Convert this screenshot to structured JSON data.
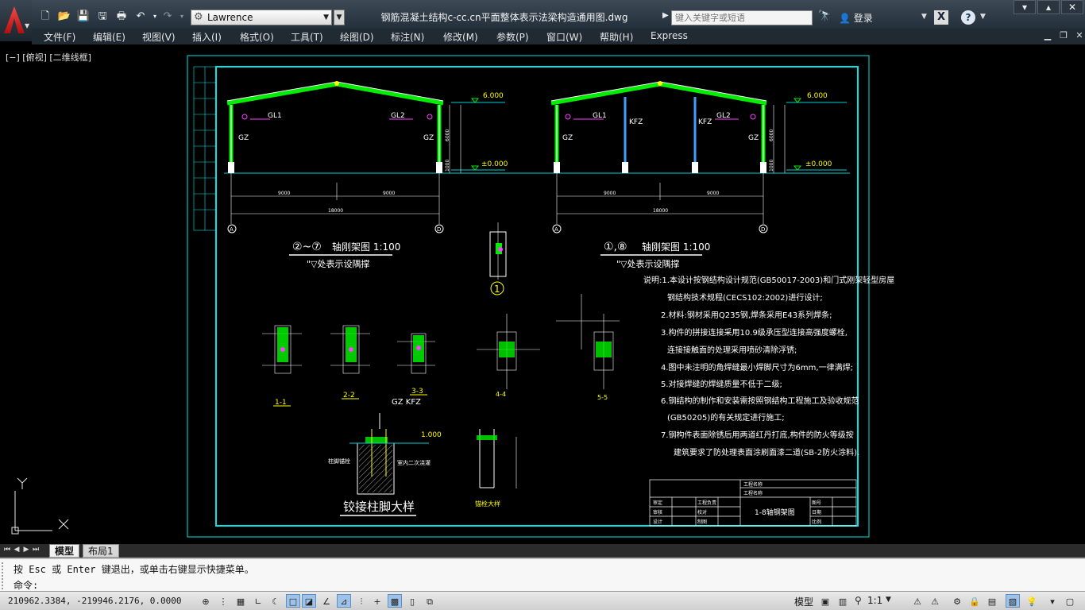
{
  "titlebar": {
    "workspace": "Lawrence",
    "document_title": "钢筋混凝土结构c-cc.cn平面整体表示法梁构造通用图.dwg",
    "search_placeholder": "键入关键字或短语",
    "login_label": "登录",
    "store_label": "X",
    "help_label": "?"
  },
  "menu": {
    "items": [
      "文件(F)",
      "编辑(E)",
      "视图(V)",
      "插入(I)",
      "格式(O)",
      "工具(T)",
      "绘图(D)",
      "标注(N)",
      "修改(M)",
      "参数(P)",
      "窗口(W)",
      "帮助(H)",
      "Express"
    ]
  },
  "viewport": {
    "label": "[−] [俯视] [二维线框]"
  },
  "ucs": {
    "x": "X",
    "y": "Y"
  },
  "drawing": {
    "frame_a": {
      "elev_top": "6.000",
      "elev_ground": "±0.000",
      "labels": [
        "GL1",
        "GL2",
        "GZ",
        "GZ"
      ],
      "dim_height_a": "6000",
      "dim_height_b": "1000",
      "dim_span_left": "9000",
      "dim_span_right": "9000",
      "dim_total": "18000",
      "axis_left": "A",
      "axis_right": "D",
      "title_prefix": "②~⑦",
      "title_main": "轴刚架图 1:100",
      "note": "\"▽处表示设隅撑"
    },
    "frame_b": {
      "elev_top": "6.000",
      "elev_ground": "±0.000",
      "labels": [
        "GL1",
        "KFZ",
        "KFZ",
        "GL2",
        "GZ",
        "GZ"
      ],
      "dim_height_a": "6000",
      "dim_height_b": "1000",
      "dim_span_left": "9000",
      "dim_span_right": "9000",
      "dim_total": "18000",
      "axis_left": "A",
      "axis_right": "D",
      "title_prefix": "①,⑧",
      "title_main": "轴刚架图 1:100",
      "note": "\"▽处表示设隅撑"
    },
    "detail_1": "1",
    "notes": [
      "说明:1.本设计按钢结构设计规范(GB50017-2003)和门式刚架轻型房屋",
      "钢结构技术规程(CECS102:2002)进行设计;",
      "2.材料:钢材采用Q235钢,焊条采用E43系列焊条;",
      "3.构件的拼接连接采用10.9级承压型连接高强度螺栓,",
      "连接接触面的处理采用喷砂清除浮锈;",
      "4.图中未注明的角焊缝最小焊脚尺寸为6mm,一律满焊;",
      "5.对接焊缝的焊缝质量不低于二级;",
      "6.钢结构的制作和安装需按照钢结构工程施工及验收规范",
      "(GB50205)的有关规定进行施工;",
      "7.钢构件表面除锈后用两道红丹打底,构件的防火等级按",
      "建筑要求了防处理表面涂刷面漆二道(SB-2防火涂料)."
    ],
    "sections": [
      "1-1",
      "2-2",
      "3-3",
      "4-4",
      "5-5"
    ],
    "base_detail": {
      "header": "GZ KFZ",
      "elev": "1.000",
      "left_note": "柱脚锚栓",
      "right_note": "室内二次浇灌",
      "title": "铰接柱脚大样"
    },
    "anchor_title": "锚栓大样",
    "titleblock": {
      "right_top": [
        "工程名称",
        "工程名称"
      ],
      "left_rows": [
        "审定",
        "审核",
        "设计"
      ],
      "mid_rows": [
        "工程负责",
        "校对",
        "制图"
      ],
      "drawing_name": "1-8轴钢架图",
      "right_rows": [
        "图号",
        "日期",
        "比例"
      ]
    }
  },
  "tabs": [
    "模型",
    "布局1"
  ],
  "command": {
    "history": "按 Esc 或 Enter 键退出，或单击右键显示快捷菜单。",
    "prompt": "命令:"
  },
  "status": {
    "coords": "210962.3384, -219946.2176, 0.0000",
    "model": "模型",
    "scale": "1:1"
  }
}
